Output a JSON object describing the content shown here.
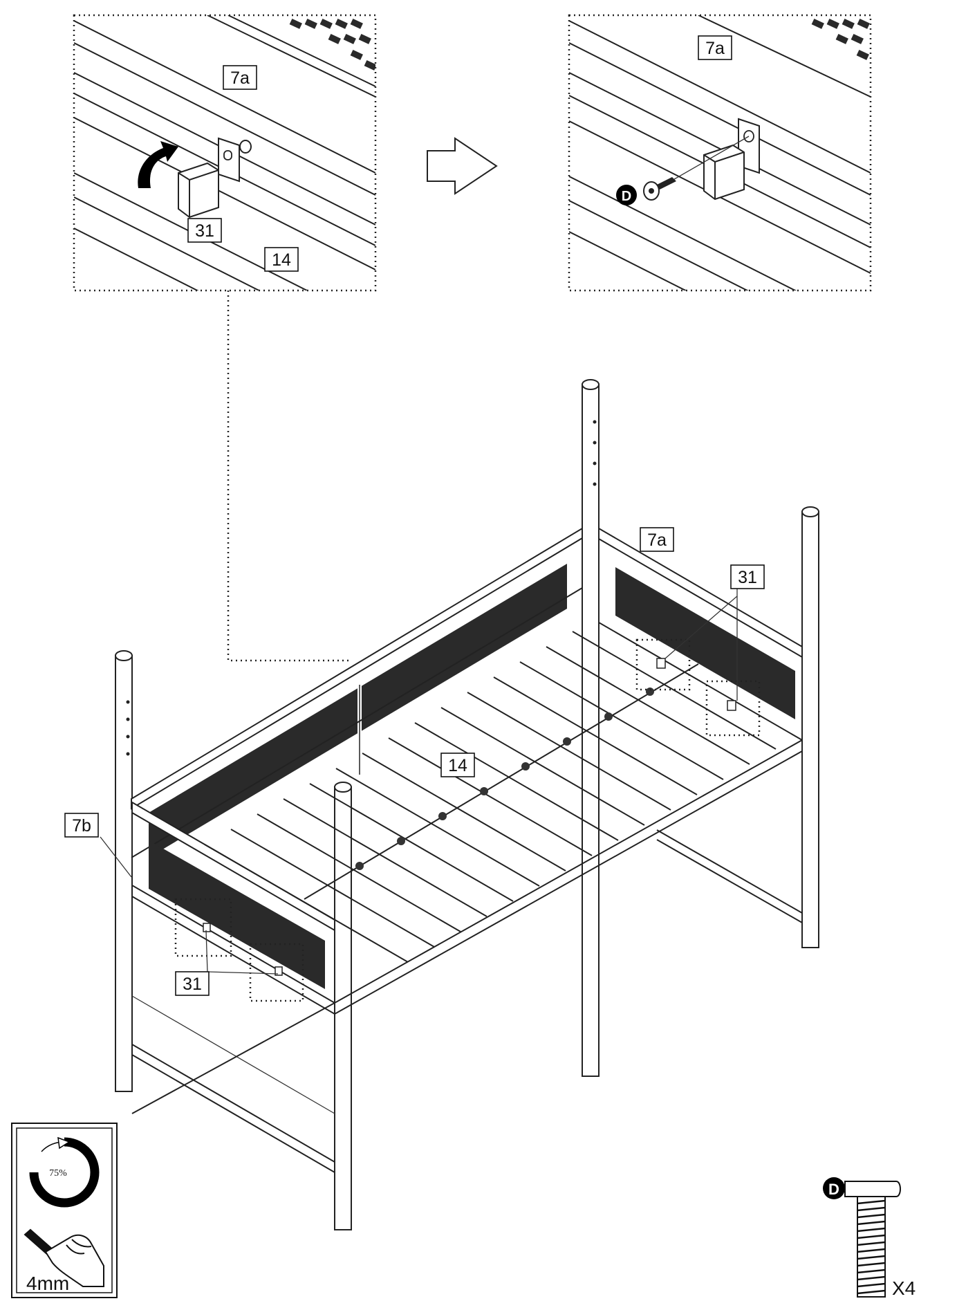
{
  "detail_left": {
    "labels": {
      "rail": "7a",
      "bracket": "31",
      "slat": "14"
    }
  },
  "detail_right": {
    "labels": {
      "rail": "7a",
      "bolt": "D"
    }
  },
  "main_view": {
    "labels": {
      "rail_back": "7a",
      "rail_front": "7b",
      "slats": "14",
      "bracket_back": "31",
      "bracket_front": "31"
    }
  },
  "tool_box": {
    "torque_percent": "75%",
    "tool_size": "4mm"
  },
  "hardware": {
    "part": "D",
    "quantity": "X4"
  }
}
